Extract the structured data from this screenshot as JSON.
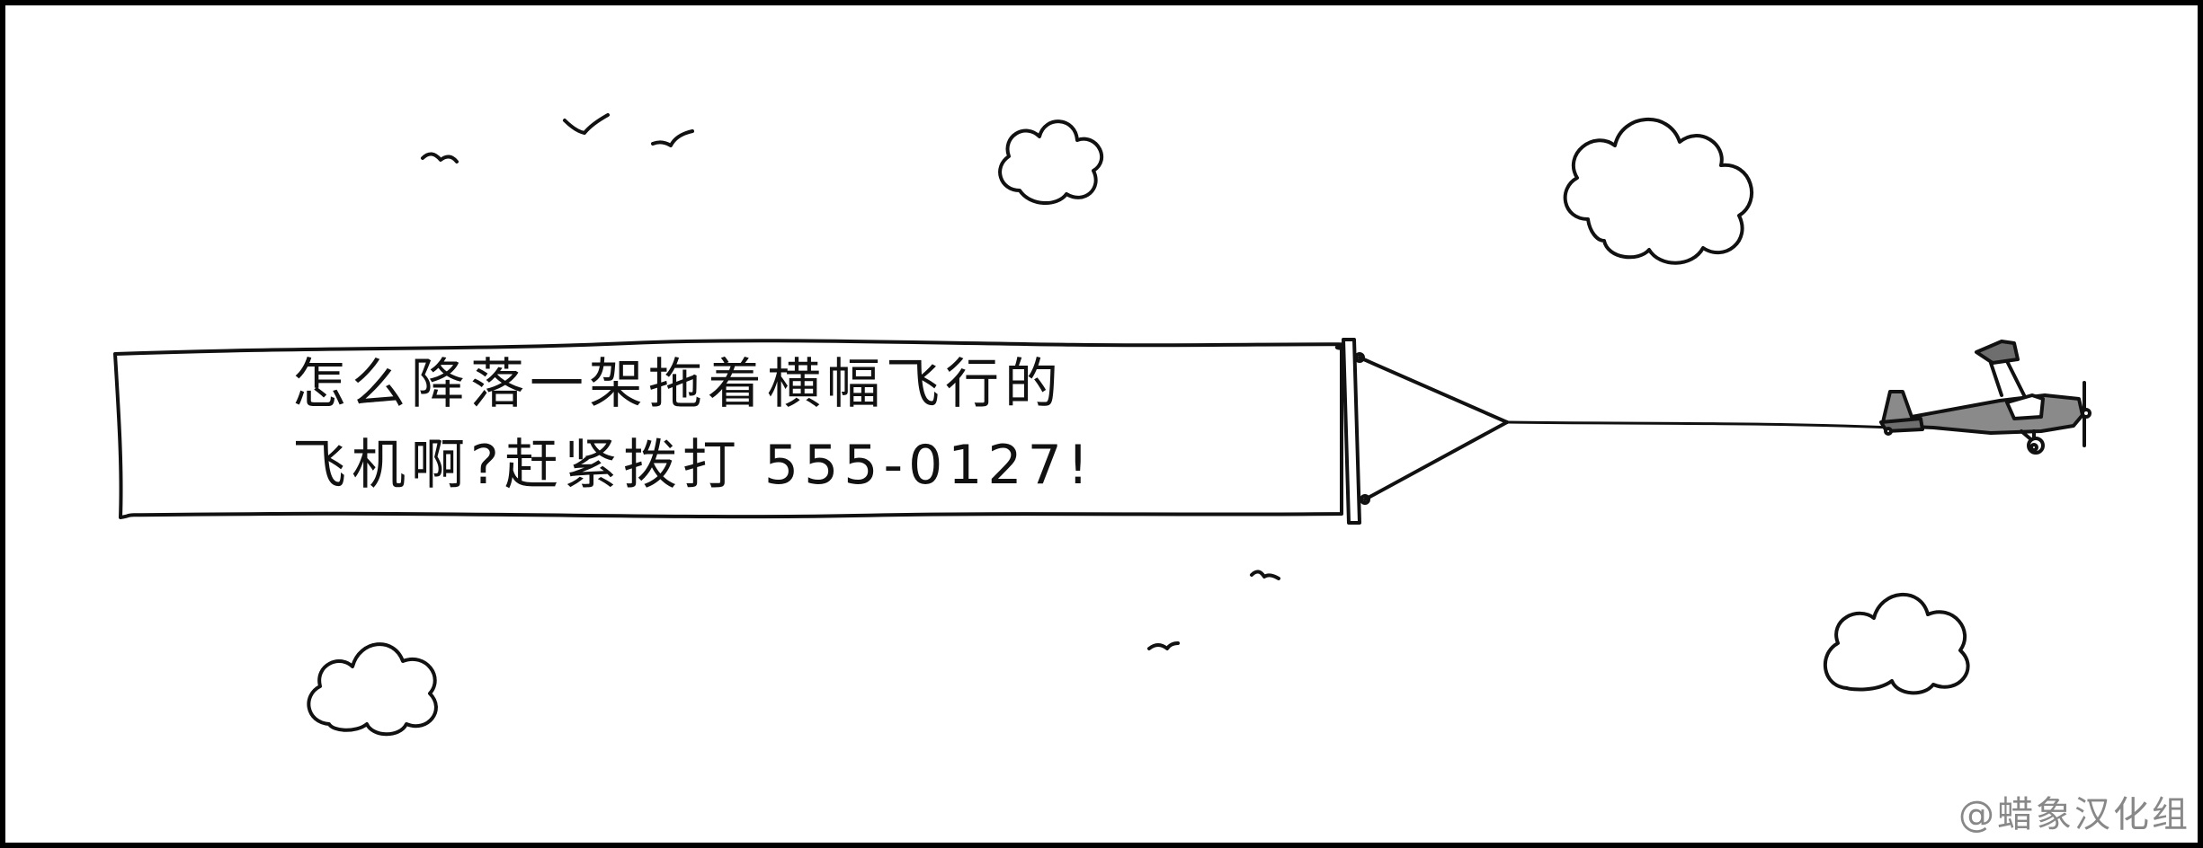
{
  "banner": {
    "line1": "怎么降落一架拖着横幅飞行的",
    "line2": "飞机啊?赶紧拨打 555-0127!"
  },
  "credit": "@蜡象汉化组",
  "colors": {
    "ink": "#111111",
    "plane_body": "#8a8a8a",
    "credit": "#888888",
    "background": "#ffffff"
  },
  "icons": [
    "cloud-icon",
    "bird-icon",
    "airplane-icon"
  ]
}
